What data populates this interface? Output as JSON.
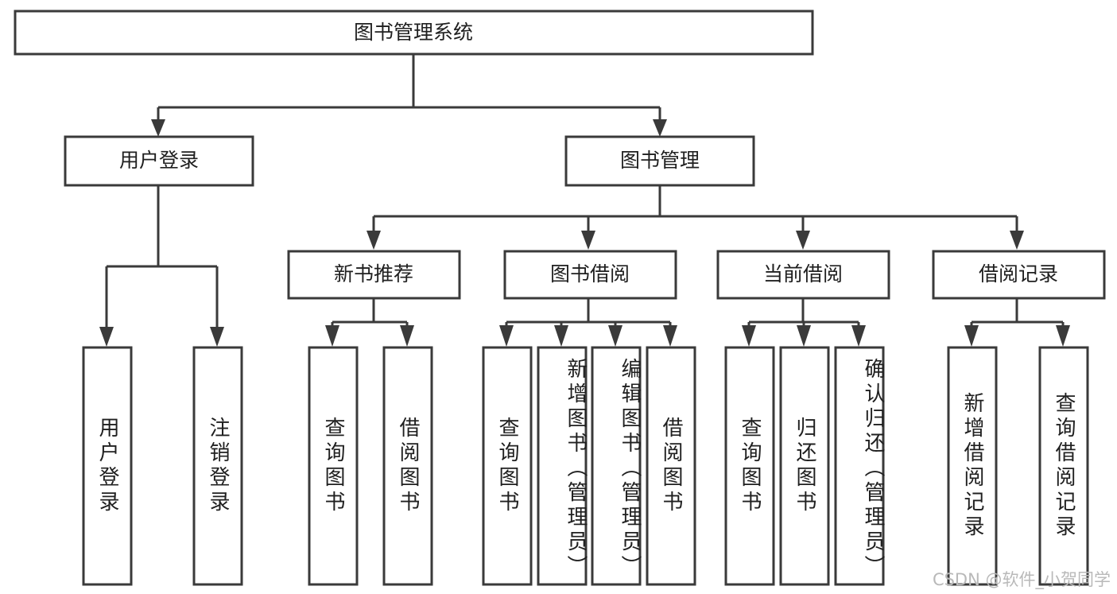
{
  "diagram": {
    "type": "tree",
    "title": "图书管理系统",
    "watermark": "CSDN @软件_小贺同学",
    "colors": {
      "stroke": "#3a3a3a",
      "box_fill": "#ffffff",
      "text": "#202020",
      "watermark": "#b9b9b9",
      "background": "#ffffff"
    },
    "root": {
      "label": "图书管理系统"
    },
    "level2": [
      {
        "label": "用户登录"
      },
      {
        "label": "图书管理"
      }
    ],
    "level3": [
      {
        "label": "新书推荐"
      },
      {
        "label": "图书借阅"
      },
      {
        "label": "当前借阅"
      },
      {
        "label": "借阅记录"
      }
    ],
    "leaves": [
      {
        "label": "用户登录",
        "parent": "用户登录"
      },
      {
        "label": "注销登录",
        "parent": "用户登录"
      },
      {
        "label": "查询图书",
        "parent": "新书推荐"
      },
      {
        "label": "借阅图书",
        "parent": "新书推荐"
      },
      {
        "label": "查询图书",
        "parent": "图书借阅"
      },
      {
        "label": "新增图书（管理员）",
        "parent": "图书借阅"
      },
      {
        "label": "编辑图书（管理员）",
        "parent": "图书借阅"
      },
      {
        "label": "借阅图书",
        "parent": "图书借阅"
      },
      {
        "label": "查询图书",
        "parent": "当前借阅"
      },
      {
        "label": "归还图书",
        "parent": "当前借阅"
      },
      {
        "label": "确认归还（管理员）",
        "parent": "当前借阅"
      },
      {
        "label": "新增借阅记录",
        "parent": "借阅记录"
      },
      {
        "label": "查询借阅记录",
        "parent": "借阅记录"
      }
    ]
  }
}
